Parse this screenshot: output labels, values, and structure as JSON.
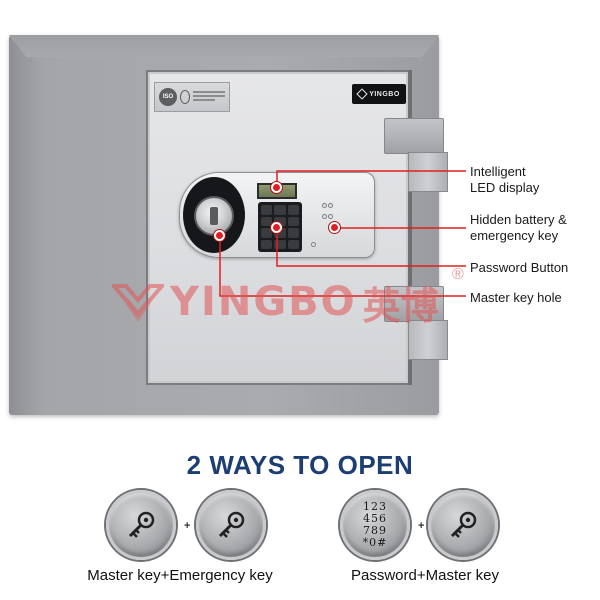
{
  "brand": {
    "plate_text": "YINGBO",
    "watermark_text": "YINGBO",
    "watermark_cn": "英博",
    "watermark_reg": "®",
    "cert_badge": "ISO"
  },
  "callouts": [
    {
      "line1": "Intelligent",
      "line2": "LED display"
    },
    {
      "line1": "Hidden battery &",
      "line2": "emergency key"
    },
    {
      "line1": "Password Button",
      "line2": ""
    },
    {
      "line1": "Master key hole",
      "line2": ""
    }
  ],
  "heading": "2 WAYS TO OPEN",
  "methods": [
    {
      "caption": "Master key+Emergency key",
      "icons": [
        "key-icon",
        "key-icon"
      ],
      "plus": "+"
    },
    {
      "caption": "Password+Master key",
      "icons": [
        "keypad-digits-icon",
        "key-icon"
      ],
      "plus": "+",
      "digits": [
        "123",
        "456",
        "789",
        "*0#"
      ]
    }
  ],
  "colors": {
    "callout_red": "#e02020",
    "heading_blue": "#1c3e74",
    "watermark_red": "#e05555"
  }
}
